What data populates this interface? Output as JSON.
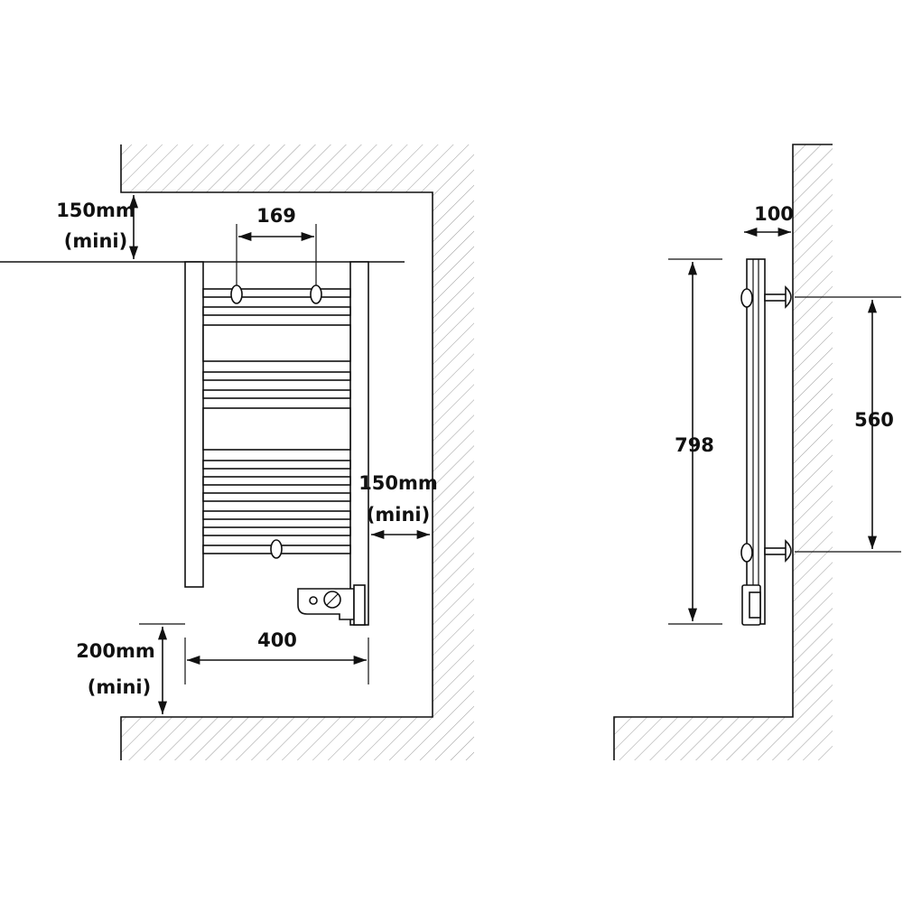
{
  "front_view": {
    "top_clearance": {
      "value": "150mm",
      "note": "(mini)"
    },
    "bracket_spacing": "169",
    "side_clearance": {
      "value": "150mm",
      "note": "(mini)"
    },
    "width": "400",
    "bottom_clearance": {
      "value": "200mm",
      "note": "(mini)"
    }
  },
  "side_view": {
    "wall_offset": "100",
    "height": "798",
    "bracket_height": "560"
  }
}
